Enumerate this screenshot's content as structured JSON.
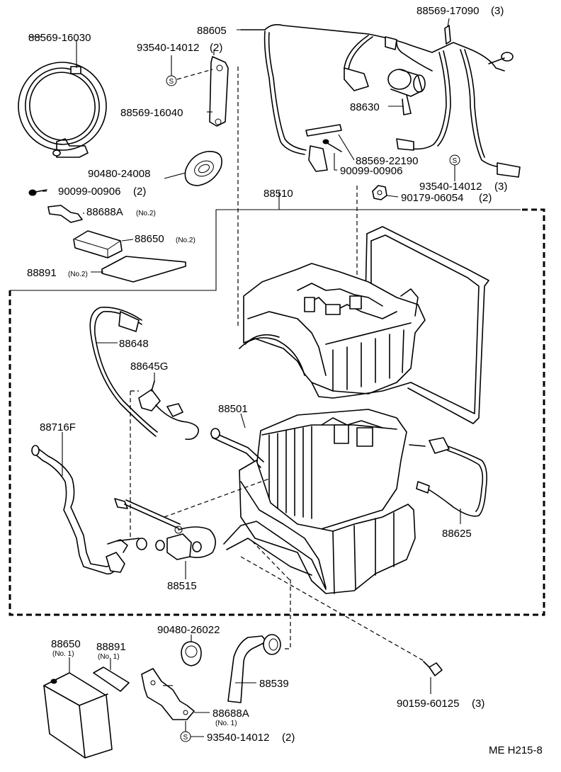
{
  "diagram": {
    "drawing_code": "ME H215-8",
    "labels": {
      "p88569_16030": "88569-16030",
      "p93540_14012_top": "93540-14012",
      "p93540_14012_top_qty": "(2)",
      "p88569_16040": "88569-16040",
      "p90480_24008": "90480-24008",
      "p90099_00906_left": "90099-00906",
      "p90099_00906_left_qty": "(2)",
      "p88688A_no2": "88688A",
      "p88688A_no2_sub": "(No.2)",
      "p88650_no2": "88650",
      "p88650_no2_sub": "(No.2)",
      "p88891_no2": "88891",
      "p88891_no2_sub": "(No.2)",
      "p88605": "88605",
      "p88569_17090": "88569-17090",
      "p88569_17090_qty": "(3)",
      "p88630": "88630",
      "p88569_22190": "88569-22190",
      "p90099_00906_mid": "90099-00906",
      "p93540_14012_right": "93540-14012",
      "p93540_14012_right_qty": "(3)",
      "p90179_06054": "90179-06054",
      "p90179_06054_qty": "(2)",
      "p88510": "88510",
      "p88648": "88648",
      "p88645G": "88645G",
      "p88501": "88501",
      "p88716F": "88716F",
      "p88625": "88625",
      "p88515": "88515",
      "p90480_26022": "90480-26022",
      "p88650_no1": "88650",
      "p88650_no1_sub": "(No. 1)",
      "p88891_no1": "88891",
      "p88891_no1_sub": "(No. 1)",
      "p88539": "88539",
      "p88688A_no1": "88688A",
      "p88688A_no1_sub": "(No. 1)",
      "p93540_14012_bottom": "93540-14012",
      "p93540_14012_bottom_qty": "(2)",
      "p90159_60125": "90159-60125",
      "p90159_60125_qty": "(3)",
      "s_symbol": "S"
    }
  }
}
